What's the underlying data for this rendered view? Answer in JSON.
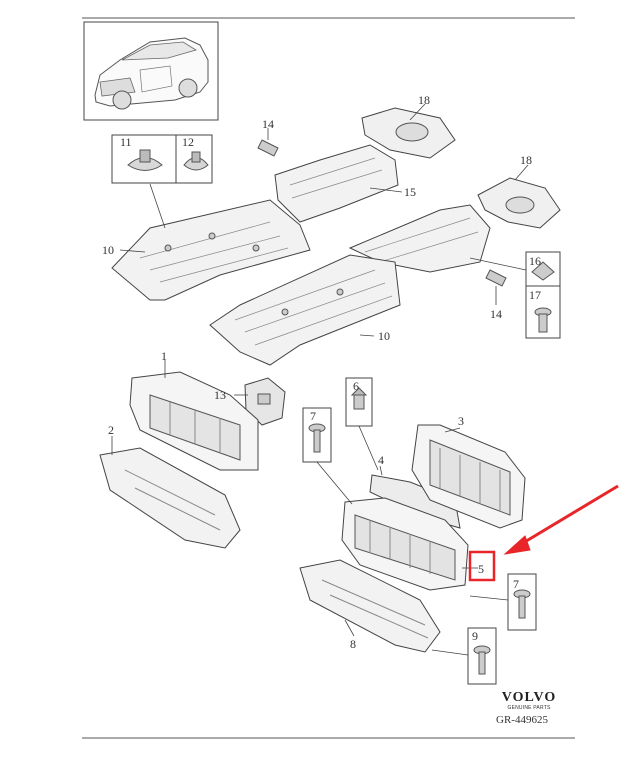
{
  "callouts": [
    "18",
    "14",
    "11",
    "12",
    "15",
    "18",
    "10",
    "16",
    "17",
    "14",
    "10",
    "1",
    "13",
    "6",
    "7",
    "3",
    "2",
    "4",
    "5",
    "7",
    "8",
    "9"
  ],
  "brand": {
    "name": "VOLVO",
    "tagline": "GENUINE PARTS"
  },
  "diagram_code": "GR-449625",
  "highlight_color": "#e8262a",
  "arrow_color": "#e8262a",
  "line_color": "#444444"
}
